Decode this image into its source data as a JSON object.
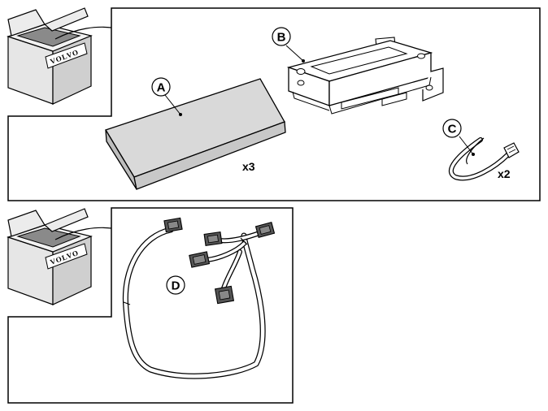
{
  "colors": {
    "line": "#000000",
    "part_fill": "#d9d9d9",
    "box_front": "#e6e6e6",
    "box_side": "#cfcfcf",
    "background": "#ffffff"
  },
  "kits": [
    {
      "box_brand": "VOLVO",
      "parts": [
        {
          "id": "pad",
          "label": "A",
          "quantity": "x3"
        },
        {
          "id": "module",
          "label": "B",
          "quantity": ""
        },
        {
          "id": "cable-tie",
          "label": "C",
          "quantity": "x2"
        }
      ]
    },
    {
      "box_brand": "VOLVO",
      "parts": [
        {
          "id": "wiring-harness",
          "label": "D",
          "quantity": ""
        }
      ]
    }
  ]
}
